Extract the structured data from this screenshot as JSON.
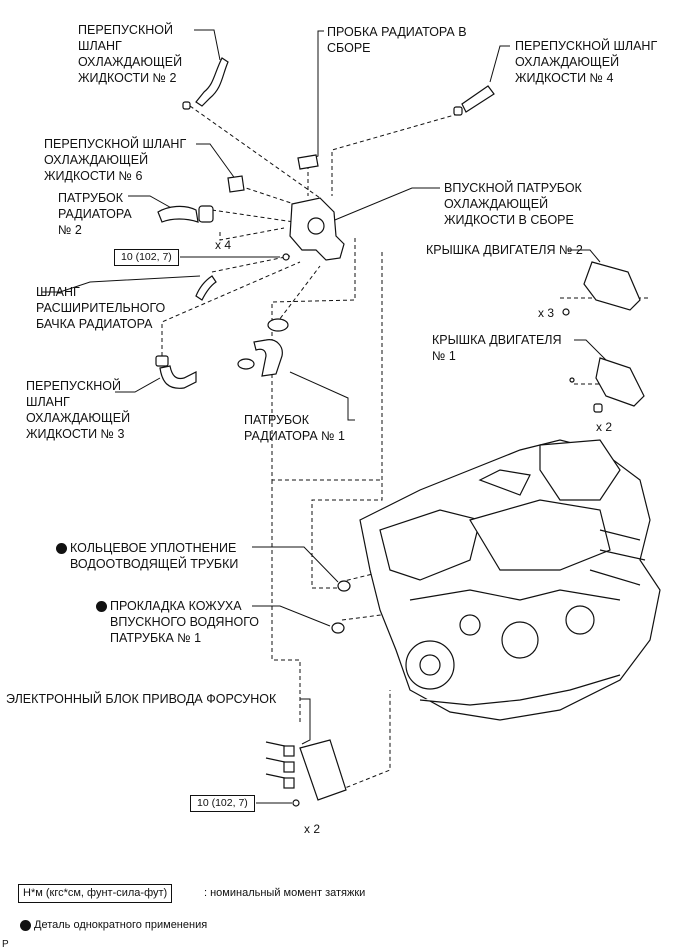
{
  "labels": {
    "bypass_hose_2": "ПЕРЕПУСКНОЙ\nШЛАНГ\nОХЛАЖДАЮЩЕЙ\nЖИДКОСТИ № 2",
    "radiator_cap": "ПРОБКА РАДИАТОРА В\nСБОРЕ",
    "bypass_hose_4": "ПЕРЕПУСКНОЙ ШЛАНГ\nОХЛАЖДАЮЩЕЙ\nЖИДКОСТИ № 4",
    "bypass_hose_6": "ПЕРЕПУСКНОЙ ШЛАНГ\nОХЛАЖДАЮЩЕЙ\nЖИДКОСТИ № 6",
    "inlet_housing": "ВПУСКНОЙ ПАТРУБОК\nОХЛАЖДАЮЩЕЙ\nЖИДКОСТИ В СБОРЕ",
    "radiator_pipe_2": "ПАТРУБОК\nРАДИАТОРА\n№ 2",
    "engine_cover_2": "КРЫШКА ДВИГАТЕЛЯ № 2",
    "reservoir_hose": "ШЛАНГ\nРАСШИРИТЕЛЬНОГО\nБАЧКА РАДИАТОРА",
    "engine_cover_1": "КРЫШКА ДВИГАТЕЛЯ\n№ 1",
    "bypass_hose_3": "ПЕРЕПУСКНОЙ\nШЛАНГ\nОХЛАЖДАЮЩЕЙ\nЖИДКОСТИ № 3",
    "radiator_pipe_1": "ПАТРУБОК\nРАДИАТОРА № 1",
    "oring": "КОЛЬЦЕВОЕ УПЛОТНЕНИЕ\nВОДООТВОДЯЩЕЙ ТРУБКИ",
    "gasket": "ПРОКЛАДКА КОЖУХА\nВПУСКНОГО ВОДЯНОГО\nПАТРУБКА № 1",
    "edu": "ЭЛЕКТРОННЫЙ БЛОК ПРИВОДА ФОРСУНОК"
  },
  "counts": {
    "x4": "x 4",
    "x3": "x 3",
    "x2_cover": "x 2",
    "x2_edu": "x 2"
  },
  "torques": {
    "inlet": "10 (102, 7)",
    "edu": "10 (102, 7)"
  },
  "legend": {
    "unit_box": "Н*м (кгс*см, фунт-сила-фут)",
    "unit_text": ": номинальный момент затяжки",
    "non_reusable": "Деталь однократного применения"
  },
  "corner_mark": "P"
}
